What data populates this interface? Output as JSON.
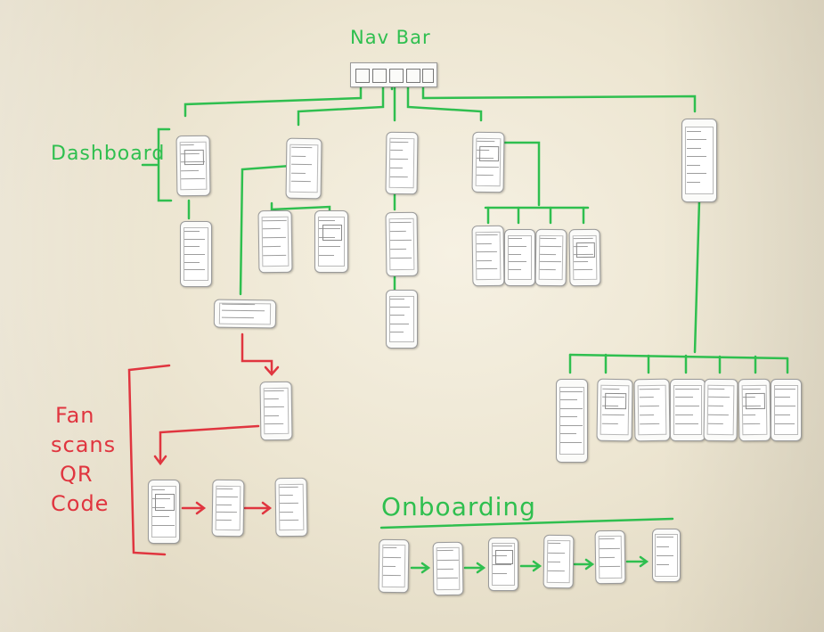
{
  "labels": {
    "nav_bar": "Nav Bar",
    "dashboard": "Dashboard",
    "fan_line1": "Fan",
    "fan_line2": "scans",
    "fan_line3": "QR",
    "fan_line4": "Code",
    "onboarding": "Onboarding"
  },
  "colors": {
    "whiteboard": "#efe9d8",
    "green_marker": "#2fbf4f",
    "red_marker": "#e0353f",
    "paper": "#fbfbf9"
  }
}
